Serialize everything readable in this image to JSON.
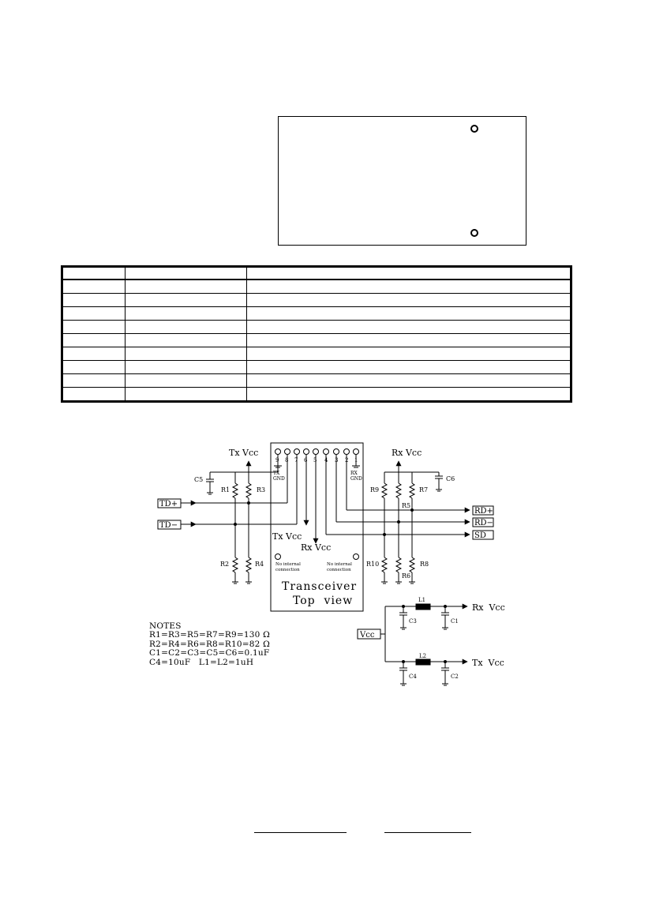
{
  "schematic": {
    "tx_vcc": "Tx Vcc",
    "rx_vcc": "Rx Vcc",
    "tx_vcc_mid": "Tx Vcc",
    "rx_vcc_mid": "Rx Vcc",
    "pin_numbers": [
      "9",
      "8",
      "7",
      "6",
      "5",
      "4",
      "3",
      "2",
      "1"
    ],
    "tx_gnd": "TX\nGND",
    "rx_gnd": "RX\nGND",
    "left_labels": {
      "c5": "C5",
      "r1": "R1",
      "r3": "R3",
      "r2": "R2",
      "r4": "R4"
    },
    "right_labels": {
      "c6": "C6",
      "r9": "R9",
      "r7": "R7",
      "r5": "R5",
      "r10": "R10",
      "r6": "R6",
      "r8": "R8"
    },
    "inputs": [
      "TD+",
      "TD−"
    ],
    "outputs": [
      "RD+",
      "RD−",
      "SD"
    ],
    "no_conn_left": "No internal\nconnection",
    "no_conn_right": "No internal\nconnection",
    "title_line1": "Transceiver",
    "title_line2": "Top  view",
    "power": {
      "vcc_box": "Vcc",
      "l1": "L1",
      "l2": "L2",
      "c3": "C3",
      "c1": "C1",
      "c4": "C4",
      "c2": "C2",
      "rx_out": "Rx  Vcc",
      "tx_out": "Tx  Vcc"
    }
  },
  "notes": {
    "heading": "NOTES",
    "lines": [
      "R1=R3=R5=R7=R9=130 Ω",
      "R2=R4=R6=R8=R10=82 Ω",
      "C1=C2=C3=C5=C6=0.1uF",
      "C4=10uF   L1=L2=1uH"
    ]
  }
}
